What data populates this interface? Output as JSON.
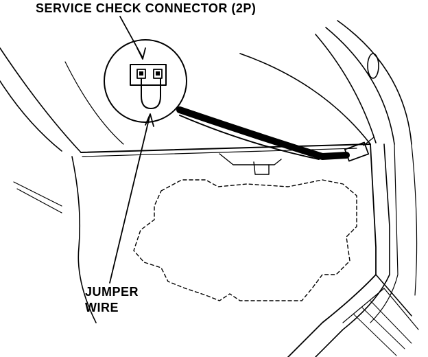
{
  "labels": {
    "service_check_connector": "SERVICE CHECK CONNECTOR (2P)",
    "jumper_wire_line1": "JUMPER",
    "jumper_wire_line2": "WIRE"
  },
  "colors": {
    "ink": "#000000",
    "paper": "#ffffff"
  }
}
